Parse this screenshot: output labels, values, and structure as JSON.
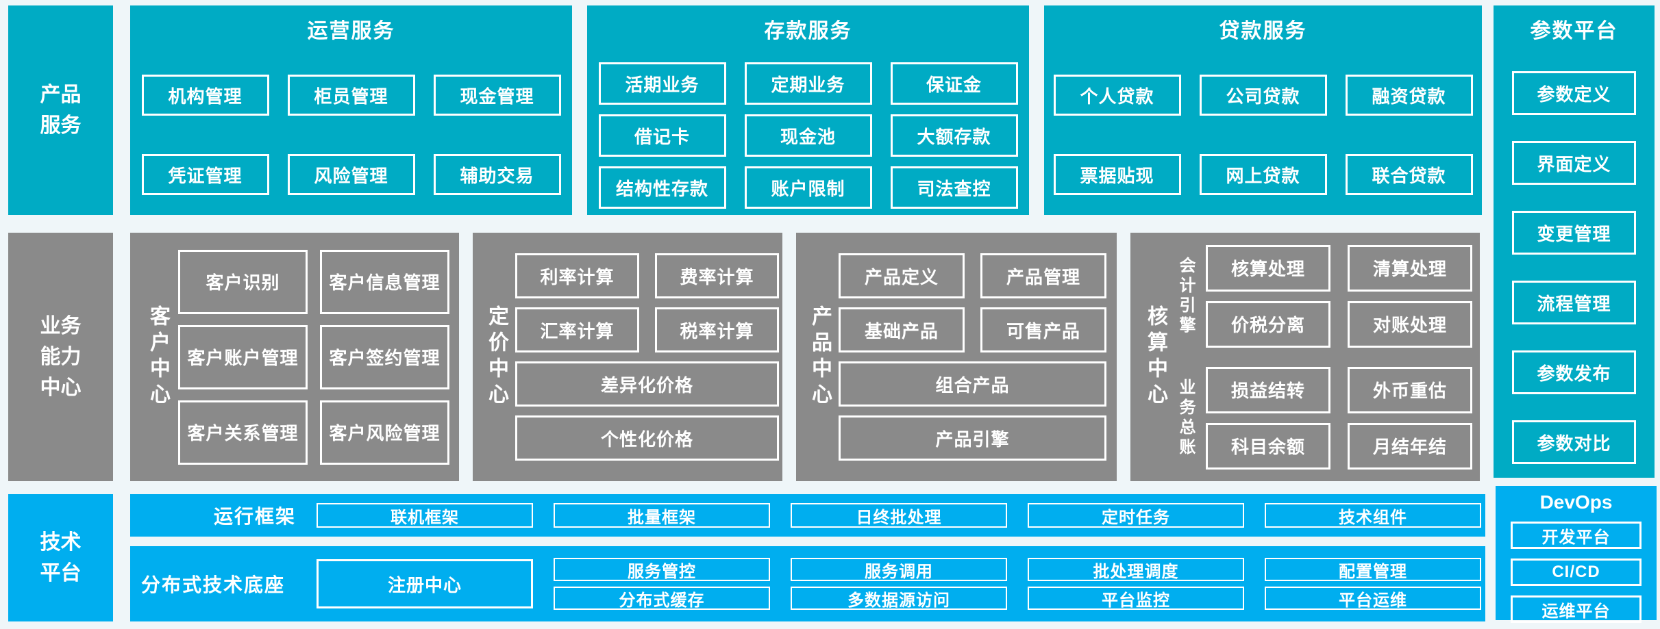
{
  "palette": {
    "teal": "#00ABC4",
    "gray": "#8A8A8A",
    "blue": "#00AEEF",
    "bg": "#EFF6F9",
    "text": "#FFFFFF"
  },
  "sidebars": {
    "product": "产品服务",
    "business": "业务能力中心",
    "tech": "技术平台"
  },
  "sections": {
    "ops": {
      "title": "运营服务",
      "items": [
        "机构管理",
        "柜员管理",
        "现金管理",
        "凭证管理",
        "风险管理",
        "辅助交易"
      ]
    },
    "deposit": {
      "title": "存款服务",
      "items": [
        "活期业务",
        "定期业务",
        "保证金",
        "借记卡",
        "现金池",
        "大额存款",
        "结构性存款",
        "账户限制",
        "司法查控"
      ]
    },
    "loan": {
      "title": "贷款服务",
      "items": [
        "个人贷款",
        "公司贷款",
        "融资贷款",
        "票据贴现",
        "网上贷款",
        "联合贷款"
      ]
    },
    "param": {
      "title": "参数平台",
      "items": [
        "参数定义",
        "界面定义",
        "变更管理",
        "流程管理",
        "参数发布",
        "参数对比"
      ]
    },
    "customer": {
      "label": "客户中心",
      "items": [
        "客户识别",
        "客户信息管理",
        "客户账户管理",
        "客户签约管理",
        "客户关系管理",
        "客户风险管理"
      ]
    },
    "pricing": {
      "label": "定价中心",
      "items": [
        "利率计算",
        "费率计算",
        "汇率计算",
        "税率计算"
      ],
      "wide": [
        "差异化价格",
        "个性化价格"
      ]
    },
    "product": {
      "label": "产品中心",
      "items": [
        "产品定义",
        "产品管理",
        "基础产品",
        "可售产品"
      ],
      "wide": [
        "组合产品",
        "产品引擎"
      ]
    },
    "accounting": {
      "label": "核算中心",
      "groups": [
        {
          "label": "会计引擎",
          "items": [
            "核算处理",
            "清算处理",
            "价税分离",
            "对账处理"
          ]
        },
        {
          "label": "业务总账",
          "items": [
            "损益结转",
            "外币重估",
            "科目余额",
            "月结年结"
          ]
        }
      ]
    },
    "runtime": {
      "label": "运行框架",
      "items": [
        "联机框架",
        "批量框架",
        "日终批处理",
        "定时任务",
        "技术组件"
      ]
    },
    "distributed": {
      "label": "分布式技术底座",
      "registry": "注册中心",
      "row1": [
        "服务管控",
        "服务调用",
        "批处理调度",
        "配置管理"
      ],
      "row2": [
        "分布式缓存",
        "多数据源访问",
        "平台监控",
        "平台运维"
      ]
    },
    "devops": {
      "title": "DevOps",
      "items": [
        "开发平台",
        "CI/CD",
        "运维平台"
      ]
    }
  }
}
